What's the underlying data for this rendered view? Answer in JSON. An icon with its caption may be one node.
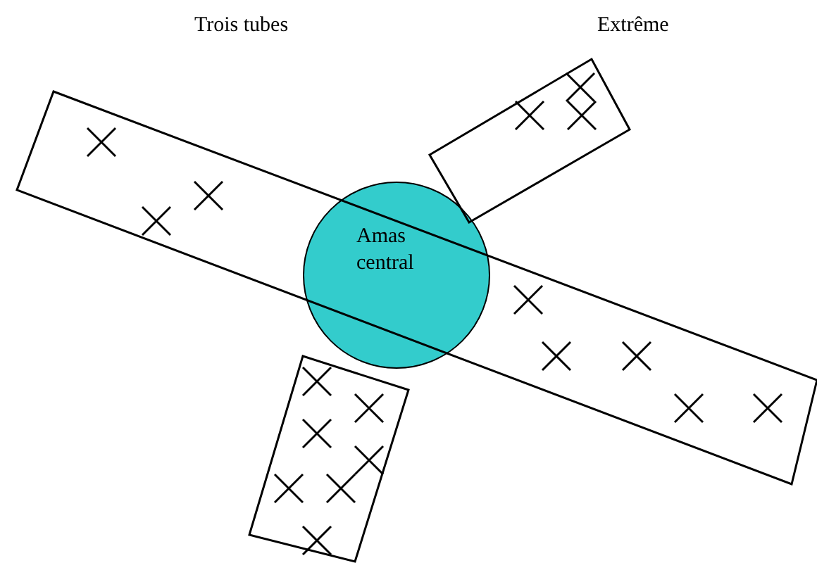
{
  "diagram": {
    "nodes": [
      {
        "text": [
          "Amas central"
        ]
      }
    ],
    "labels": [
      "Trois tubes",
      "Extrême"
    ]
  }
}
